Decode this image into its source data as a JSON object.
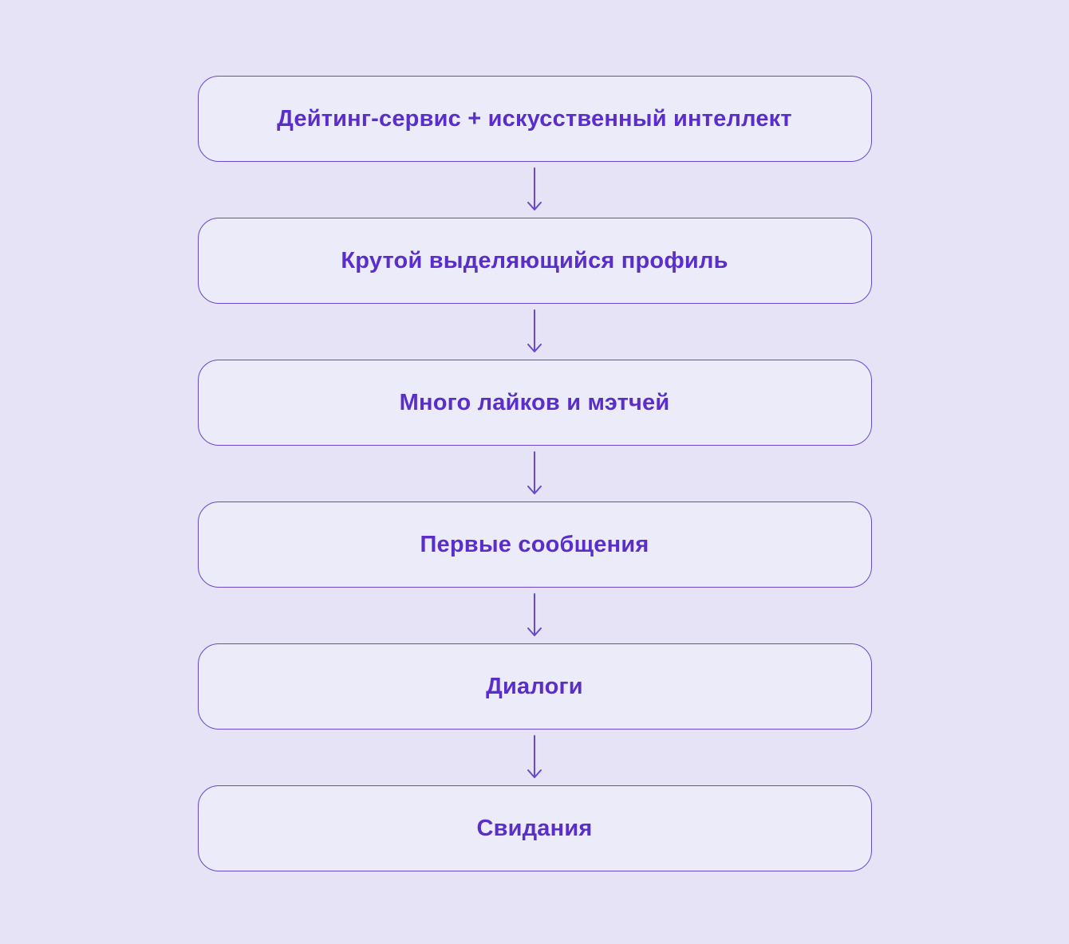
{
  "diagram": {
    "type": "flowchart",
    "direction": "top-down",
    "nodes": [
      {
        "id": "n1",
        "label": "Дейтинг-сервис + искусственный интеллект"
      },
      {
        "id": "n2",
        "label": "Крутой выделяющийся профиль"
      },
      {
        "id": "n3",
        "label": "Много лайков и мэтчей"
      },
      {
        "id": "n4",
        "label": "Первые сообщения"
      },
      {
        "id": "n5",
        "label": "Диалоги"
      },
      {
        "id": "n6",
        "label": "Свидания"
      }
    ],
    "edges": [
      {
        "from": "n1",
        "to": "n2"
      },
      {
        "from": "n2",
        "to": "n3"
      },
      {
        "from": "n3",
        "to": "n4"
      },
      {
        "from": "n4",
        "to": "n5"
      },
      {
        "from": "n5",
        "to": "n6"
      }
    ],
    "colors": {
      "background": "#e7e3f6",
      "node_fill": "#ecebfa",
      "node_border": "#6a48cd",
      "text": "#5a2ecb",
      "arrow": "#6a48cd"
    }
  }
}
